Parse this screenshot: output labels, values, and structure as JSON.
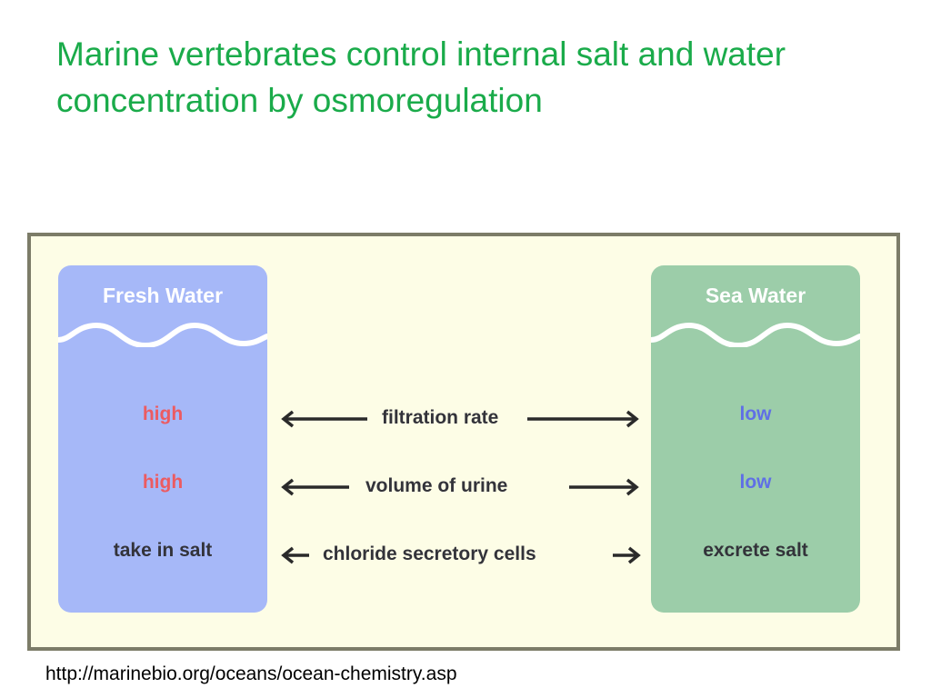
{
  "slide": {
    "title_line1": "Marine vertebrates control internal salt and water",
    "title_line2": "concentration by osmoregulation",
    "source": "http://marinebio.org/oceans/ocean-chemistry.asp"
  },
  "diagram": {
    "fresh": {
      "heading": "Fresh Water",
      "values": [
        "high",
        "high",
        "take in salt"
      ]
    },
    "sea": {
      "heading": "Sea Water",
      "values": [
        "low",
        "low",
        "excrete salt"
      ]
    },
    "rows": [
      "filtration rate",
      "volume of urine",
      "chloride secretory cells"
    ],
    "colors": {
      "fresh_column": "#a6b8f8",
      "sea_column": "#9ccda9",
      "high": "#ec5b61",
      "low": "#5f6fe6",
      "title": "#1aab4a",
      "frame_bg": "#fdfde6"
    }
  }
}
